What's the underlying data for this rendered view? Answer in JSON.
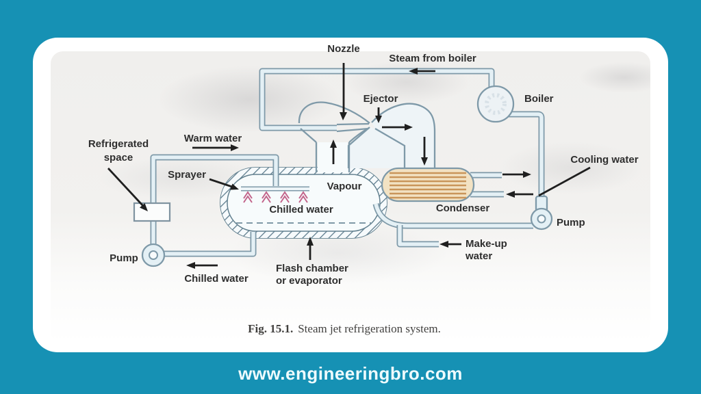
{
  "page": {
    "footer_text": "www.engineeringbro.com",
    "colors": {
      "background_teal": "#1691b4",
      "card_white": "#ffffff",
      "pipe_outline": "#7e99a8",
      "pipe_fill": "#e4f0f5",
      "condenser_tube_tan": "#c9955a",
      "spray_pink": "#c2638a",
      "label_text": "#2e2e2e"
    }
  },
  "figure": {
    "caption_prefix": "Fig. 15.1.",
    "caption_text": "Steam jet refrigeration system.",
    "labels": {
      "nozzle": "Nozzle",
      "steam_from_boiler": "Steam from boiler",
      "ejector": "Ejector",
      "boiler": "Boiler",
      "cooling_water": "Cooling water",
      "condenser": "Condenser",
      "pump_right": "Pump",
      "makeup_line1": "Make-up",
      "makeup_line2": "water",
      "refrigerated_line1": "Refrigerated",
      "refrigerated_line2": "space",
      "warm_water": "Warm water",
      "sprayer": "Sprayer",
      "vapour": "Vapour",
      "chilled_water_inside": "Chilled water",
      "chilled_water_return": "Chilled water",
      "pump_left": "Pump",
      "flash_line1": "Flash chamber",
      "flash_line2": "or evaporator"
    }
  }
}
